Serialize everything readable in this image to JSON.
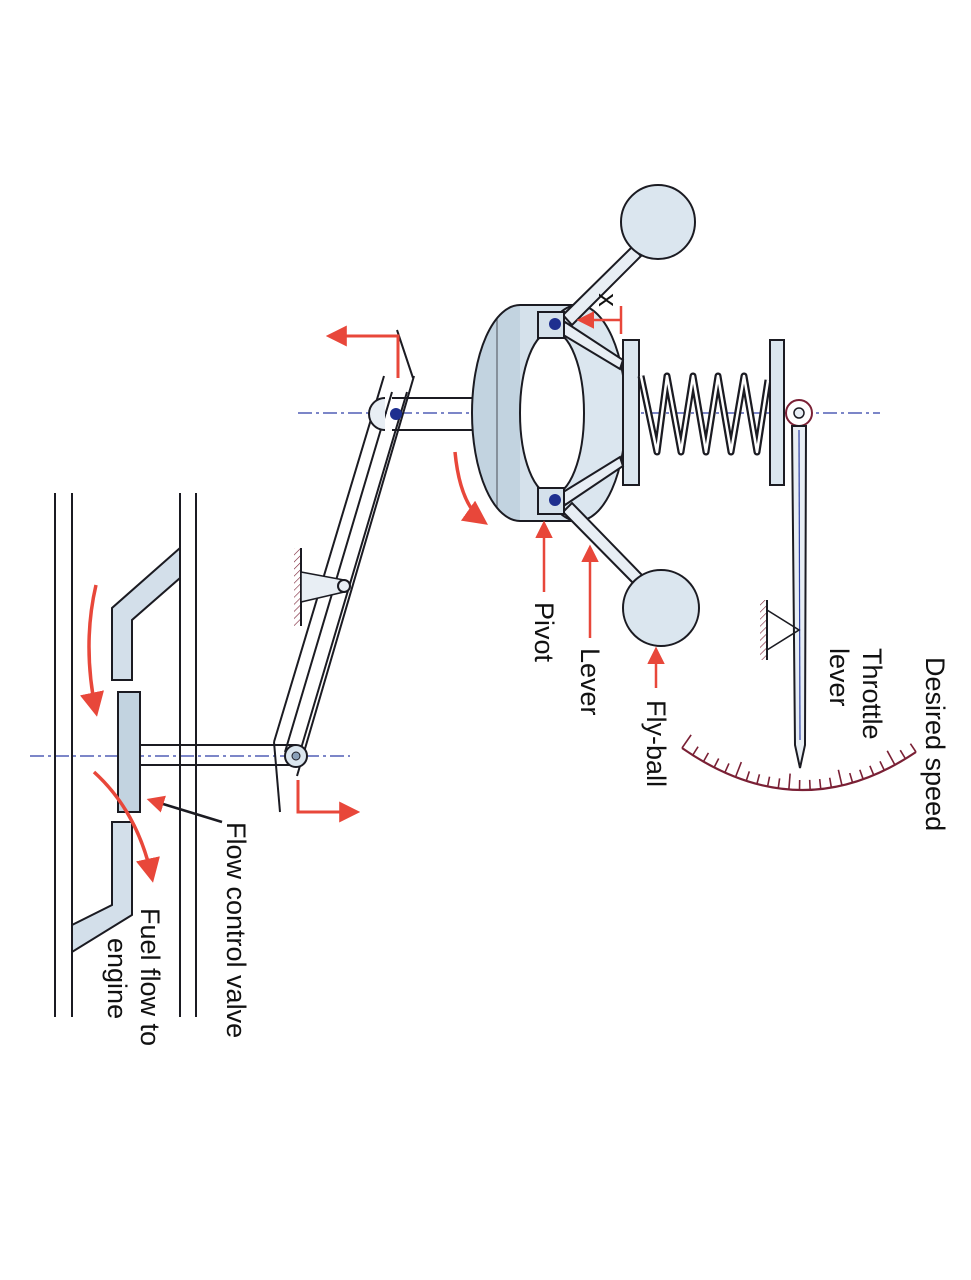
{
  "labels": {
    "desired_speed": "Desired speed",
    "throttle_lever_1": "Throttle",
    "throttle_lever_2": "lever",
    "fly_ball": "Fly-ball",
    "lever": "Lever",
    "pivot": "Pivot",
    "flow_control_valve": "Flow control valve",
    "fuel_flow_1": "Fuel flow to",
    "fuel_flow_2": "engine",
    "x": "x"
  },
  "colors": {
    "line": "#1b1b22",
    "arrow": "#e8473a",
    "axis": "#2d3fa6",
    "part_fill": "#dbe6ef",
    "part_fill_dark": "#c2d3e0",
    "pin": "#1e2f8f",
    "dial": "#7a2035"
  }
}
